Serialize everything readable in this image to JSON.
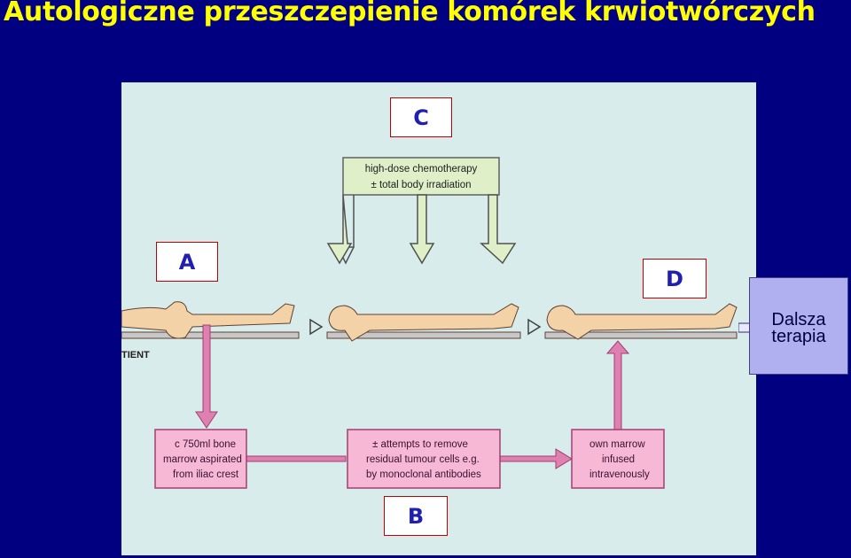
{
  "title": "Autologiczne przeszczepienie komórek krwiotwórczych",
  "labels": {
    "a": "A",
    "b": "B",
    "c": "C",
    "d": "D"
  },
  "next_box": {
    "line1": "Dalsza",
    "line2": "terapia"
  },
  "diagram": {
    "patient_label": "TIENT",
    "chemo": {
      "line1": "high-dose chemotherapy",
      "line2": "± total body irradiation"
    },
    "step1": {
      "line1": "c 750ml bone",
      "line2": "marrow aspirated",
      "line3": "from iliac crest"
    },
    "step2": {
      "line1": "± attempts to remove",
      "line2": "residual tumour cells e.g.",
      "line3": "by monoclonal antibodies"
    },
    "step3": {
      "line1": "own marrow",
      "line2": "infused",
      "line3": "intravenously"
    }
  },
  "colors": {
    "background": "#000080",
    "title": "#ffff00",
    "flow_pink": "#e080b0",
    "box_pink": "#f6b8d4",
    "chemo_green": "#dff0c8",
    "panel": "#d8ecec"
  }
}
